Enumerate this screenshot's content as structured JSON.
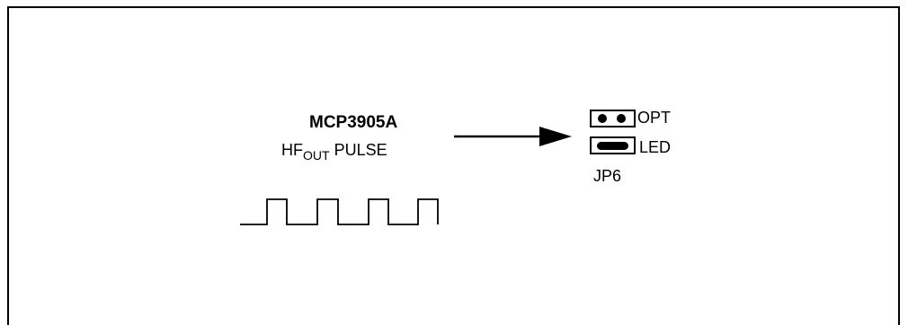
{
  "diagram": {
    "chip_name": "MCP3905A",
    "pulse_prefix": "HF",
    "pulse_subscript": "OUT",
    "pulse_suffix": " PULSE",
    "jumper": {
      "name": "JP6",
      "positions": [
        {
          "label": "OPT",
          "state": "open"
        },
        {
          "label": "LED",
          "state": "shorted"
        }
      ]
    },
    "waveform": {
      "type": "square-pulse-train",
      "pulse_count": 4
    }
  },
  "colors": {
    "line": "#000000",
    "background": "#ffffff"
  }
}
